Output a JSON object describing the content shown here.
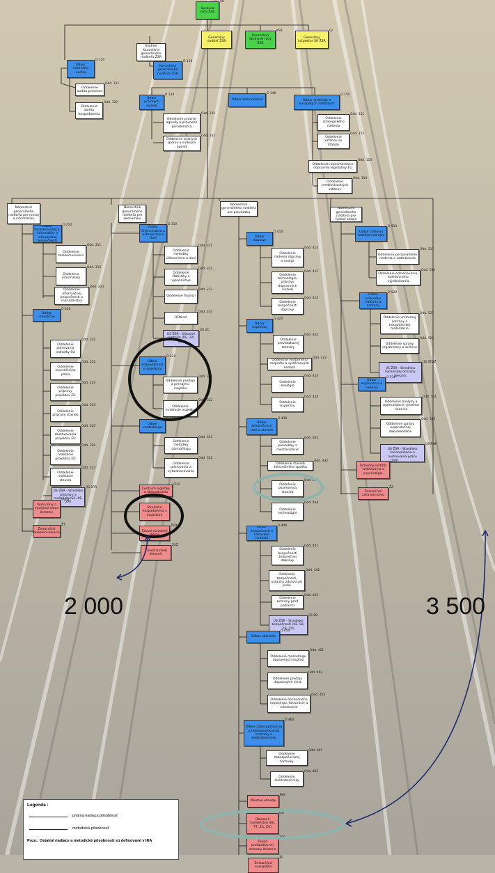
{
  "nodes": [
    {
      "id": "top",
      "text": "Správna rada ŽSR",
      "code": "SR",
      "color": "green"
    },
    {
      "id": "gr",
      "text": "Generálny riaditeľ ŽSR",
      "color": "yellow"
    },
    {
      "id": "kancsr",
      "text": "Kancelária Správnej rady ŽSR",
      "code": "KSR",
      "color": "green"
    },
    {
      "id": "gi",
      "text": "Generálny inšpektor SR ŽSR",
      "code": "GI",
      "color": "yellow"
    },
    {
      "id": "riadkanc",
      "text": "Riaditeľ Kancelárie generálneho riaditeľa ŽSR",
      "code": "",
      "color": "white"
    },
    {
      "id": "kancgr",
      "text": "Kancelária generálneho riaditeľa ŽSR",
      "code": "O 110",
      "color": "blue"
    },
    {
      "id": "audit",
      "text": "Odbor interného auditu",
      "code": "O 120",
      "color": "blue"
    },
    {
      "id": "aud1",
      "text": "Oddelenie auditu procesov",
      "code": "Odd. 121",
      "color": "white"
    },
    {
      "id": "aud2",
      "text": "Oddelenie auditu hospodárenia",
      "code": "Odd. 122",
      "color": "white"
    },
    {
      "id": "pravny",
      "text": "Odbor právnych služieb",
      "code": "O 130",
      "color": "blue"
    },
    {
      "id": "prav1",
      "text": "Oddelenie právnej agendy a právneho poradenstva",
      "code": "Odd. 131",
      "color": "white"
    },
    {
      "id": "prav2",
      "text": "Oddelenie súdnych sporov a súdnych agend",
      "code": "Odd. 132",
      "color": "white"
    },
    {
      "id": "kom",
      "text": "Odbor komunikácie",
      "code": "O 140",
      "color": "blue"
    },
    {
      "id": "strat",
      "text": "Odbor stratégie a európskych záležitostí",
      "code": "O 150",
      "color": "blue"
    },
    {
      "id": "str1",
      "text": "Oddelenie strategického riadenia",
      "code": "Odd. 151",
      "color": "white"
    },
    {
      "id": "str2",
      "text": "Oddelenie vzťahov so štátom",
      "code": "Odd. 152",
      "color": "white"
    },
    {
      "id": "str3",
      "text": "Oddelenie implementácie dopravnej legislatívy EÚ",
      "code": "Odd. 153",
      "color": "white"
    },
    {
      "id": "str4",
      "text": "Oddelenie medzinárodných vzťahov",
      "code": "Odd. 154",
      "color": "white"
    },
    {
      "id": "nam2",
      "text": "Námestník generálneho riaditeľa pre rozvoj a informatiku",
      "color": "white"
    },
    {
      "id": "tel",
      "text": "Odbor telekomunikácií, informatiky a informačnej bezpečnosti",
      "code": "O 210",
      "color": "blue"
    },
    {
      "id": "t211",
      "text": "Oddelenie telekomunikácií",
      "code": "Odd. 211",
      "color": "white"
    },
    {
      "id": "t212",
      "text": "Oddelenie informatiky",
      "code": "Odd. 212",
      "color": "white"
    },
    {
      "id": "t213",
      "text": "Oddelenie informačnej bezpečnosti a manažérstva",
      "code": "Odd. 213",
      "color": "white"
    },
    {
      "id": "inv",
      "text": "Odbor investičný",
      "code": "O 220",
      "color": "blue"
    },
    {
      "id": "i221",
      "text": "Oddelenie plánovania jednotky SÚ",
      "code": "Odd. 221",
      "color": "white"
    },
    {
      "id": "i222",
      "text": "Oddelenie investičného plánu",
      "code": "Odd. 222",
      "color": "white"
    },
    {
      "id": "i223",
      "text": "Oddelenie prípravy projektov EÚ",
      "code": "Odd. 223",
      "color": "white"
    },
    {
      "id": "i224",
      "text": "Oddelenie prípravy stavieb",
      "code": "Odd. 224",
      "color": "white"
    },
    {
      "id": "i225",
      "text": "Oddelenie dostavovania projektov EÚ",
      "code": "Odd. 225",
      "color": "white"
    },
    {
      "id": "i226",
      "text": "Oddelenie realizácie projektov EÚ",
      "code": "Odd. 226",
      "color": "white"
    },
    {
      "id": "i227",
      "text": "Oddelenie realizácie stavieb",
      "code": "Odd. 227",
      "color": "white"
    },
    {
      "id": "sprr",
      "text": "ÚS ŽSR - Stredisko prípravy a realizácie (SA, KE, ZA)",
      "code": "ÚS SPR",
      "color": "lav"
    },
    {
      "id": "vvzs",
      "text": "Výskumný a vývojový ústav železníc",
      "code": "VVÚŽ",
      "color": "red"
    },
    {
      "id": "zt",
      "text": "Železničné telekomunikácie",
      "code": "ŽT",
      "color": "red"
    },
    {
      "id": "nam3",
      "text": "Námestník generálneho riaditeľa pre ekonomiku",
      "color": "white"
    },
    {
      "id": "fin",
      "text": "Odbor financovania a účtovníctva a daní",
      "code": "O 310",
      "color": "blue"
    },
    {
      "id": "f311",
      "text": "Oddelenie metodiky účtovníctva a daní",
      "code": "Odd. 311",
      "color": "white"
    },
    {
      "id": "f312",
      "text": "Oddelenie štatistiky a výkazníctva",
      "code": "Odd. 312",
      "color": "white"
    },
    {
      "id": "f313",
      "text": "Oddelenie financií",
      "code": "Odd. 313",
      "color": "white"
    },
    {
      "id": "f314",
      "text": "Účtáreň",
      "code": "Odd. 314",
      "color": "white"
    },
    {
      "id": "uc",
      "text": "ÚS ŽSR - Účtovné centrum (KE, ZA, BA)",
      "code": "ÚS ÚC",
      "color": "lav"
    },
    {
      "id": "hosp",
      "text": "Odbor hospodárenia s majetkom",
      "code": "O 320",
      "color": "blue"
    },
    {
      "id": "h321",
      "text": "Oddelenie predaja a prenájmu majetku",
      "code": "Odd. 321",
      "color": "white"
    },
    {
      "id": "h322",
      "text": "Oddelenie evidencie majetku",
      "code": "Odd. 322",
      "color": "white"
    },
    {
      "id": "ctrl",
      "text": "Odbor controllingu",
      "code": "O 330",
      "color": "blue"
    },
    {
      "id": "c331",
      "text": "Oddelenie metodiky controllingu",
      "code": "Odd. 331",
      "color": "white"
    },
    {
      "id": "c332",
      "text": "Oddelenie plánovania a vyhodnocovania",
      "code": "Odd. 332",
      "color": "white"
    },
    {
      "id": "clo",
      "text": "Centrum logistiky a obstarávania",
      "code": "CLO",
      "color": "red"
    },
    {
      "id": "shm",
      "text": "Stredisko hospodárenia s majetkom",
      "code": "",
      "color": "red"
    },
    {
      "id": "zsd",
      "text": "Závod stavebné dielne",
      "code": "ZSD",
      "color": "red"
    },
    {
      "id": "zsz",
      "text": "Závod služieb železníc",
      "code": "ZSŽ",
      "color": "red"
    },
    {
      "id": "nam4",
      "text": "Námestník generálneho riaditeľa pre prevádzku",
      "color": "white"
    },
    {
      "id": "dop",
      "text": "Odbor dopravy",
      "code": "O 410",
      "color": "blue"
    },
    {
      "id": "d411",
      "text": "Oddelenie riadenia dopravy a analýz",
      "code": "Odd. 411",
      "color": "white"
    },
    {
      "id": "d412",
      "text": "Oddelenie technológie, prípravy dopravných služieb",
      "code": "Odd. 412",
      "color": "white"
    },
    {
      "id": "d413",
      "text": "Oddelenie bezpečnosti dopravy",
      "code": "Odd. 413",
      "color": "white"
    },
    {
      "id": "exp",
      "text": "Odbor expertízy",
      "code": "O 420",
      "color": "blue"
    },
    {
      "id": "e421",
      "text": "Oddelenie prevádzkovej kontroly",
      "code": "Odd. 421",
      "color": "white"
    },
    {
      "id": "e422",
      "text": "Oddelenie vnútorného rozpočtu a systémových kontrol",
      "code": "Odd. 422",
      "color": "white"
    },
    {
      "id": "e423",
      "text": "Oddelenie ekológie",
      "code": "Odd. 423",
      "color": "white"
    },
    {
      "id": "e424",
      "text": "Oddelenie expertízy",
      "code": "Odd. 424",
      "color": "white"
    },
    {
      "id": "zt2",
      "text": "Odbor železničných tratí a stavieb",
      "code": "O 430",
      "color": "blue"
    },
    {
      "id": "z431",
      "text": "Oddelenie prevádzky a mechanizácie",
      "code": "Odd. 431",
      "color": "white"
    },
    {
      "id": "z432",
      "text": "Oddelenie stavieb železničného spodku",
      "code": "Odd. 432",
      "color": "white"
    },
    {
      "id": "z433",
      "text": "Oddelenie pozemných stavieb",
      "code": "Odd. 433",
      "color": "white"
    },
    {
      "id": "z434",
      "text": "Oddelenie technológie",
      "code": "Odd. 434",
      "color": "white"
    },
    {
      "id": "bez",
      "text": "Odbor bezpečnosti a krízového riadenia",
      "code": "O 440",
      "color": "blue"
    },
    {
      "id": "b441",
      "text": "Oddelenie bezpečnosti železničnej dopravy",
      "code": "Odd. 441",
      "color": "white"
    },
    {
      "id": "b442",
      "text": "Oddelenie bezpečnosti, ochrany zdravia pri práci",
      "code": "Odd. 442",
      "color": "white"
    },
    {
      "id": "b443",
      "text": "Oddelenie ochrany pred požiarmi",
      "code": "Odd. 443",
      "color": "white"
    },
    {
      "id": "sb",
      "text": "ÚS ŽSR - Stredisko bezpečnosti (KE, SK, ZA, ZV)",
      "code": "ÚS SB",
      "color": "lav"
    },
    {
      "id": "obch",
      "text": "Odbor obchodu",
      "code": "O 450",
      "color": "blue"
    },
    {
      "id": "o451",
      "text": "Oddelenie marketingu dopravných služieb",
      "code": "Odd. 451",
      "color": "white"
    },
    {
      "id": "o452",
      "text": "Oddelenie predaja dopravných ciest",
      "code": "Odd. 452",
      "color": "white"
    },
    {
      "id": "o453",
      "text": "Oddelenie obchodného reportingu, fakturácie a reklamácie",
      "code": "Odd. 453",
      "color": "white"
    },
    {
      "id": "auto",
      "text": "Odbor zabezpečovacej a telekomunikačnej techniky a elektrotechniky",
      "code": "O 460",
      "color": "blue"
    },
    {
      "id": "a461",
      "text": "Oddelenie zabezpečovacej techniky",
      "code": "Odd. 461",
      "color": "white"
    },
    {
      "id": "a462",
      "text": "Oddelenie elektrotechniky",
      "code": "Odd. 462",
      "color": "white"
    },
    {
      "id": "mo",
      "text": "Miestne obvody",
      "code": "MO",
      "color": "red"
    },
    {
      "id": "or",
      "text": "Oblastné riaditeľstvá (KE, TT, ZA, ZV)",
      "code": "OR",
      "color": "red"
    },
    {
      "id": "zpo",
      "text": "Závod protipožiarnej ochrany železníc",
      "code": "ZPO",
      "color": "red"
    },
    {
      "id": "ze",
      "text": "Železničná energetika",
      "code": "ŽE",
      "color": "red"
    },
    {
      "id": "nam5",
      "text": "Námestník generálneho riaditeľa pre ľudské zdroje",
      "color": "white"
    },
    {
      "id": "lz",
      "text": "Odbor riadenia ľudských zdrojov",
      "code": "O 510",
      "color": "blue"
    },
    {
      "id": "l511",
      "text": "Oddelenie personálneho riadenia a vzdelávania",
      "code": "Odd. 511",
      "color": "white"
    },
    {
      "id": "l512",
      "text": "Oddelenie odmeňovania, kolektívneho vyjednávania",
      "code": "Odd. 512",
      "color": "white"
    },
    {
      "id": "kr",
      "text": "Odbor krízového riadenia a ochrany",
      "code": "O 520",
      "color": "blue"
    },
    {
      "id": "k521",
      "text": "Oddelenie vnútornej ochrany a hospodárskej mobilizácie",
      "code": "Odd. 521",
      "color": "white"
    },
    {
      "id": "k522",
      "text": "Oddelenie správy registratúry a archívu",
      "code": "Odd. 522",
      "color": "white"
    },
    {
      "id": "tsoz",
      "text": "ÚS ŽSR - Stredisko technickej ochrany železníc",
      "code": "ÚS STOŽ",
      "color": "lav"
    },
    {
      "id": "org",
      "text": "Odbor organizácie a riadenia",
      "code": "O 530",
      "color": "blue"
    },
    {
      "id": "g531",
      "text": "Oddelenie analýzy a optimalizácie systému riadenia",
      "code": "Odd. 531",
      "color": "white"
    },
    {
      "id": "g532",
      "text": "Oddelenie správy organizačnej dokumentácie",
      "code": "Odd. 532",
      "color": "white"
    },
    {
      "id": "rnp",
      "text": "ÚS ŽSR - Stredisko racionalizácie a normovania práce",
      "code": "ÚS RNP",
      "color": "lav"
    },
    {
      "id": "uvp",
      "text": "Ústredný inštitút vzdelávania a psychológie",
      "code": "ÚIVP",
      "color": "red"
    },
    {
      "id": "zzz",
      "text": "Železničné zdravotníctvo",
      "code": "ŽZ",
      "color": "red"
    }
  ],
  "annotations": {
    "left_number": "2 000",
    "right_number": "3 500"
  },
  "legend": {
    "title": "Legenda :",
    "items": [
      {
        "label": "priama riadiaca pôsobnosť"
      },
      {
        "label": "metodická pôsobnosť"
      }
    ],
    "note": "Pozn.: Ostatné riadiace a metodické pôsobnosti sú definované v IRA"
  },
  "colors": {
    "white": "#ffffff",
    "blue": "#3d8ee8",
    "green": "#49d24a",
    "yellow": "#f6f06b",
    "red": "#f08b8b",
    "lav": "#c8c8f2",
    "highlight_black": "#111111",
    "highlight_teal": "#8fb3ad",
    "arrow": "#1f2a6b"
  }
}
